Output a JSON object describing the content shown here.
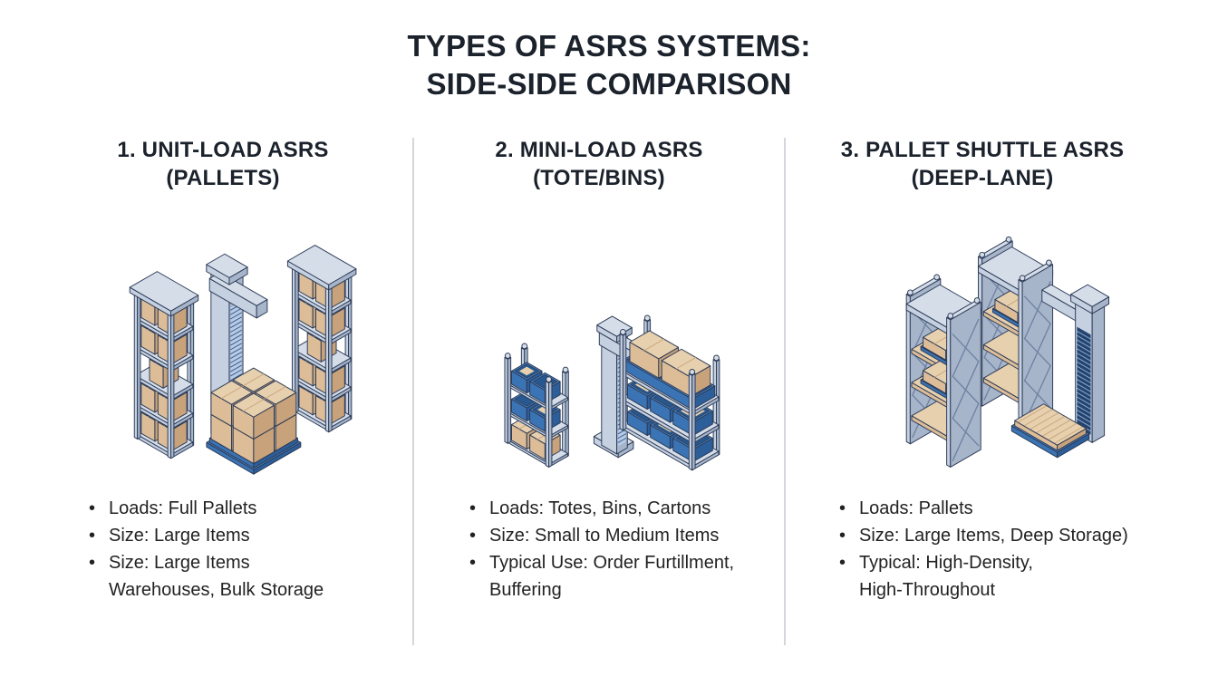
{
  "title": {
    "line1": "TYPES OF ASRS SYSTEMS:",
    "line2": "SIDE-SIDE COMPARISON"
  },
  "columns": [
    {
      "heading_line1": "1. UNIT-LOAD ASRS",
      "heading_line2": "(PALLETS)",
      "illustration_alt": "Isometric unit-load ASRS: stacker crane mast between two tall pallet racks filled with cartons, loaded pallet stack in front",
      "bullets": [
        {
          "line1": "Loads: Full Pallets",
          "line2": ""
        },
        {
          "line1": "Size: Large Items",
          "line2": ""
        },
        {
          "line1": "Size: Large Items",
          "line2": "Warehouses, Bulk Storage"
        }
      ]
    },
    {
      "heading_line1": "2. MINI-LOAD ASRS",
      "heading_line2": "(TOTE/BINS)",
      "illustration_alt": "Isometric mini-load ASRS: crane mast beside shelving units holding blue totes, bins and tan cartons",
      "bullets": [
        {
          "line1": "Loads: Totes, Bins, Cartons",
          "line2": ""
        },
        {
          "line1": "Size: Small to Medium Items",
          "line2": ""
        },
        {
          "line1": "Typical Use: Order Furtillment,",
          "line2": "Buffering"
        }
      ]
    },
    {
      "heading_line1": "3. PALLET SHUTTLE ASRS",
      "heading_line2": "(DEEP-LANE)",
      "illustration_alt": "Isometric pallet shuttle ASRS: deep-lane cross-braced racks with shuttle pallets and a lift mast with pallet",
      "bullets": [
        {
          "line1": "Loads: Pallets",
          "line2": ""
        },
        {
          "line1": "Size: Large Items, Deep Storage)",
          "line2": ""
        },
        {
          "line1": "Typical: High-Density,",
          "line2": "High-Throughout"
        }
      ]
    }
  ],
  "colors": {
    "background": "#ffffff",
    "title_text": "#1b222c",
    "heading_text": "#1b222c",
    "bullet_text": "#222222",
    "divider": "#d3d7dc",
    "illustration": {
      "outline": "#2c3b57",
      "steel_top": "#d5dde9",
      "steel_left": "#c5d0e0",
      "steel_right": "#a7b5cb",
      "carton_top": "#e7d0ae",
      "carton_left": "#dcbd98",
      "carton_right": "#c8a27a",
      "tote_top": "#4e88c9",
      "tote_left": "#3b74b4",
      "tote_right": "#2c5e99",
      "tote_inner": "#27588f",
      "mast_panel": "#b7cbe5",
      "mast_rung": "#3a5c8e",
      "mast_panel_dark": "#24436e",
      "mast_rung_light": "#8fadd2",
      "brace": "#6f82a0"
    }
  }
}
